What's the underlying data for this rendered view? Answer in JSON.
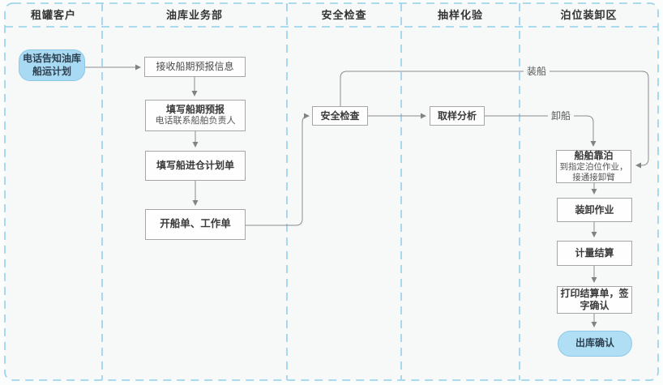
{
  "lanes": [
    {
      "label": "租罐客户"
    },
    {
      "label": "油库业务部"
    },
    {
      "label": "安全检查"
    },
    {
      "label": "抽样化验"
    },
    {
      "label": "泊位装卸区"
    }
  ],
  "nodes": {
    "start": {
      "line1": "电话告知油库",
      "line2": "船运计划"
    },
    "receive_forecast": {
      "label": "接收船期预报信息"
    },
    "fill_forecast": {
      "title": "填写船期预报",
      "subtitle": "电话联系船舶负责人"
    },
    "fill_entry_plan": {
      "label": "填写船进仓计划单"
    },
    "issue_orders": {
      "label": "开船单、工作单"
    },
    "safety_check": {
      "label": "安全检查"
    },
    "sampling": {
      "label": "取样分析"
    },
    "berthing": {
      "title": "船舶靠泊",
      "subtitle1": "到指定泊位作业，",
      "subtitle2": "接通接卸臂"
    },
    "loading_ops": {
      "label": "装卸作业"
    },
    "measurement": {
      "label": "计量结算"
    },
    "print_sign": {
      "line1": "打印结算单，签",
      "line2": "字确认"
    },
    "outbound": {
      "label": "出库确认"
    }
  },
  "edge_labels": {
    "loading": "装船",
    "unloading": "卸船"
  },
  "colors": {
    "lane_line": "#9ed5ec",
    "pool_fill": "#f7f8f8",
    "node_fill": "#a9daf3",
    "node_border": "#8cc8e6",
    "box_border": "#a6a6a6",
    "connector": "#8c8c8c"
  }
}
